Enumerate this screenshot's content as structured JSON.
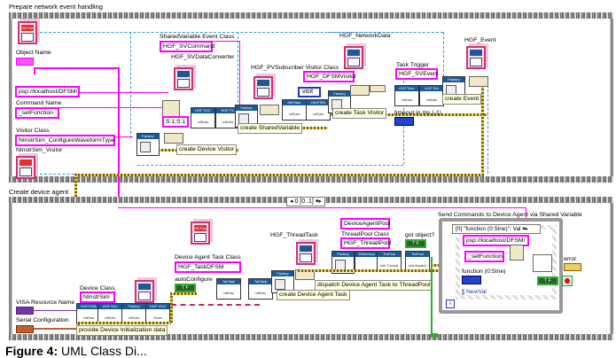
{
  "frames": {
    "top": {
      "label": "Prepare network event handling"
    },
    "bottom": {
      "label": "Create device agent"
    }
  },
  "top": {
    "object_name_label": "Object Name",
    "url_constant": "psp://localhost/DFSM/",
    "command_name_label": "Command Name",
    "command_name_value": "_setFunction",
    "visitor_class_label": "Visitor Class",
    "visitor_class_value": "NInstrSim_ConfigureWaveformType",
    "visitor_icon_label": "NInstrSim_Visitor",
    "sv_event_class_label": "SharedVariable Event Class",
    "sv_event_class_value": "HGF_SVCommand",
    "sv_data_converter_label": "HGF_SVDataConverter",
    "format_constant": "S:1;S:1",
    "pv_subscriber_label": "HGF_PVSubscriber Visitor Class",
    "pv_subscriber_value": "HGF_DFSMVisitor",
    "visit_ring": "visit",
    "network_data_label": "HGF_NetworkData",
    "task_trigger_label": "Task Trigger",
    "task_trigger_value": "HGF_SVEvent",
    "timeout_label": "timeout in ms (-1)",
    "event_label": "HGF_Event",
    "notes": {
      "create_device_visitor": "create Device Visitor",
      "create_shared_variable": "create SharedVariable",
      "create_task_visitor": "create Task Visitor",
      "create_event": "create Event"
    },
    "node_headers": {
      "factory": "Factory",
      "hd_fac": "HD Fac",
      "sv_dc": "HGF SVC",
      "pv": "HGF PV",
      "nw_task": "NWTask",
      "dev_fsm": "DevFSM",
      "time": "HGFTime",
      "evt": "HGF Evt",
      "init_data": "initData"
    }
  },
  "bottom": {
    "case_selector": "0 [0..1]",
    "device_agent_pool": "DeviceAgentPool",
    "threadpool_class_label": "ThreadPool Class",
    "threadpool_class_value": "HGF_ThreadPool",
    "thread_task_label": "HGF_ThreadTask",
    "task_class_label": "Device Agent Task Class",
    "task_class_value": "HGF_TaskDFSM",
    "auto_configure_label": "autoConfigure",
    "device_class_label": "Device Class",
    "device_class_value": "NInstrSim",
    "visa_label": "VISA Resource Name",
    "serial_label": "Serial Configuration",
    "got_object_label": "got object?",
    "send_commands_label": "Send Commands to Device Agent via Shared Variable",
    "inner_case_selector": "[0] \"function (0:Sine)\": Val",
    "inner_url": "psp://localhost/DFSM/",
    "inner_command": "_setFunction",
    "function_label": "function (0:Sine)",
    "newval_label": "NewVal",
    "error_label": "error",
    "notes": {
      "provide_init_data": "provide Device Initialization data",
      "create_agent_task": "create Device Agent Task",
      "dispatch_task": "dispatch Device Agent Task to ThreadPool"
    },
    "node_headers": {
      "visa": "HGFVISA",
      "dev": "HGF Dev",
      "factory": "Factory",
      "vdo": "HGF VDO",
      "task": "TskTask",
      "reference": "Reference",
      "thr_pool": "ThrPool",
      "start_threads": "start Threads",
      "task_dispatch": "task dispatch",
      "init_data": "initData",
      "param": "Param"
    },
    "bool_value": "T F"
  },
  "caption": {
    "prefix": "Figure 4:",
    "text": "UML Class Di..."
  }
}
